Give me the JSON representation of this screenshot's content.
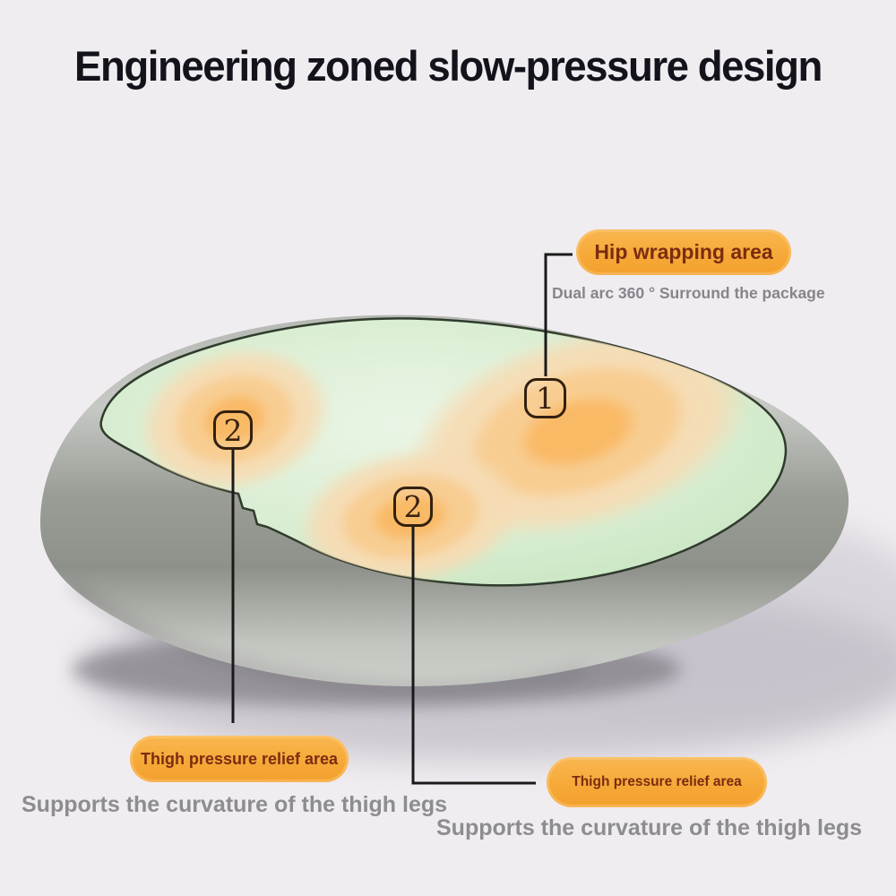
{
  "title": "Engineering zoned slow-pressure design",
  "callouts": {
    "hip": {
      "marker": "1",
      "label": "Hip wrapping area",
      "subtitle": "Dual arc 360 ° Surround the package"
    },
    "thigh_left": {
      "marker": "2",
      "label": "Thigh pressure relief area",
      "caption": "Supports the curvature of the thigh legs"
    },
    "thigh_right": {
      "marker": "2",
      "label": "Thigh pressure relief area",
      "caption": "Supports the curvature of the thigh legs"
    }
  },
  "colors": {
    "background": "#f0edf1",
    "title_text": "#14121a",
    "pill_orange": "#f6a938",
    "pill_text": "#7b2c10",
    "caption_gray": "#8d8c90",
    "subtitle_gray": "#87858b",
    "cushion_top_mint": "#d8eed3",
    "heat_core_orange": "#f9ba66",
    "heat_mid_orange": "#f8cd92",
    "heat_outer_orange": "#f6dcb4",
    "cushion_side_gray": "#9b9d97",
    "marker_border": "#33200f",
    "connector_line": "#1a1a1a"
  }
}
